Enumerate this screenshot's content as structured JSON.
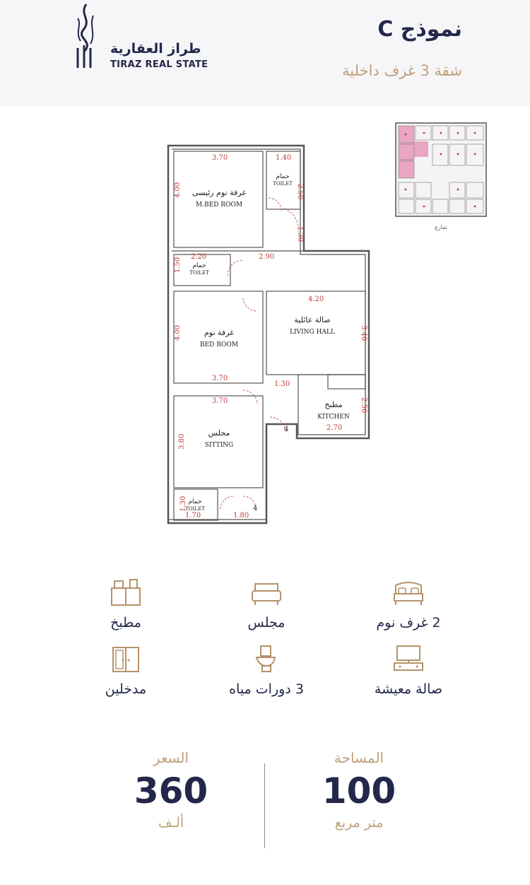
{
  "brand": {
    "name_ar": "طراز العقارية",
    "name_en": "TIRAZ REAL STATE"
  },
  "model": {
    "title": "نموذج C",
    "subtitle": "شقة 3 غرف داخلية"
  },
  "plan": {
    "rooms": {
      "master_bed_ar": "غرفة نوم رئيسى",
      "master_bed_en": "M.BED ROOM",
      "toilet_1_ar": "حمام",
      "toilet_1_en": "TOILET",
      "toilet_2_ar": "حمام",
      "toilet_2_en": "TOILET",
      "bed_ar": "غرفة نوم",
      "bed_en": "BED ROOM",
      "living_ar": "صالة عائلية",
      "living_en": "LIVING HALL",
      "kitchen_ar": "مطبخ",
      "kitchen_en": "KITCHEN",
      "sitting_ar": "مجلس",
      "sitting_en": "SITTING",
      "toilet_3_ar": "حمام",
      "toilet_3_en": "TOILET"
    },
    "dims": {
      "mbed_w": "3.70",
      "mbed_h": "4.00",
      "t1_w": "1.40",
      "t1_h": "2.50",
      "corr_v": "1.30",
      "t2_w": "2.20",
      "t2_h": "1.50",
      "corr_w": "2.90",
      "living_w": "4.20",
      "living_h": "3.40",
      "bed_h": "4.00",
      "bed_w": "3.70",
      "corr2": "1.30",
      "kitchen_h": "2.50",
      "kitchen_w": "2.70",
      "sit_w": "3.70",
      "sit_h": "3.80",
      "t3_h": "1.30",
      "t3_w": "1.70",
      "t3_w2": "1.80",
      "door_4a": "4",
      "door_4b": "4"
    },
    "key_street": "شارع"
  },
  "features": [
    {
      "icon": "kitchen-icon",
      "label": "مطبخ"
    },
    {
      "icon": "sofa-icon",
      "label": "مجلس"
    },
    {
      "icon": "bed-icon",
      "label": "2 غرف نوم"
    },
    {
      "icon": "doors-icon",
      "label": "مدخلين"
    },
    {
      "icon": "toilet-icon",
      "label": "3 دورات مياه"
    },
    {
      "icon": "tv-icon",
      "label": "صالة معيشة"
    }
  ],
  "stats": {
    "price_label": "السعر",
    "price_value": "360",
    "price_unit": "ألـف",
    "area_label": "المساحة",
    "area_value": "100",
    "area_unit": "متر مربع"
  },
  "colors": {
    "navy": "#23284a",
    "gold": "#b6926a",
    "dimension_red": "#c23b3b",
    "highlight_pink": "#e9a6c2"
  }
}
